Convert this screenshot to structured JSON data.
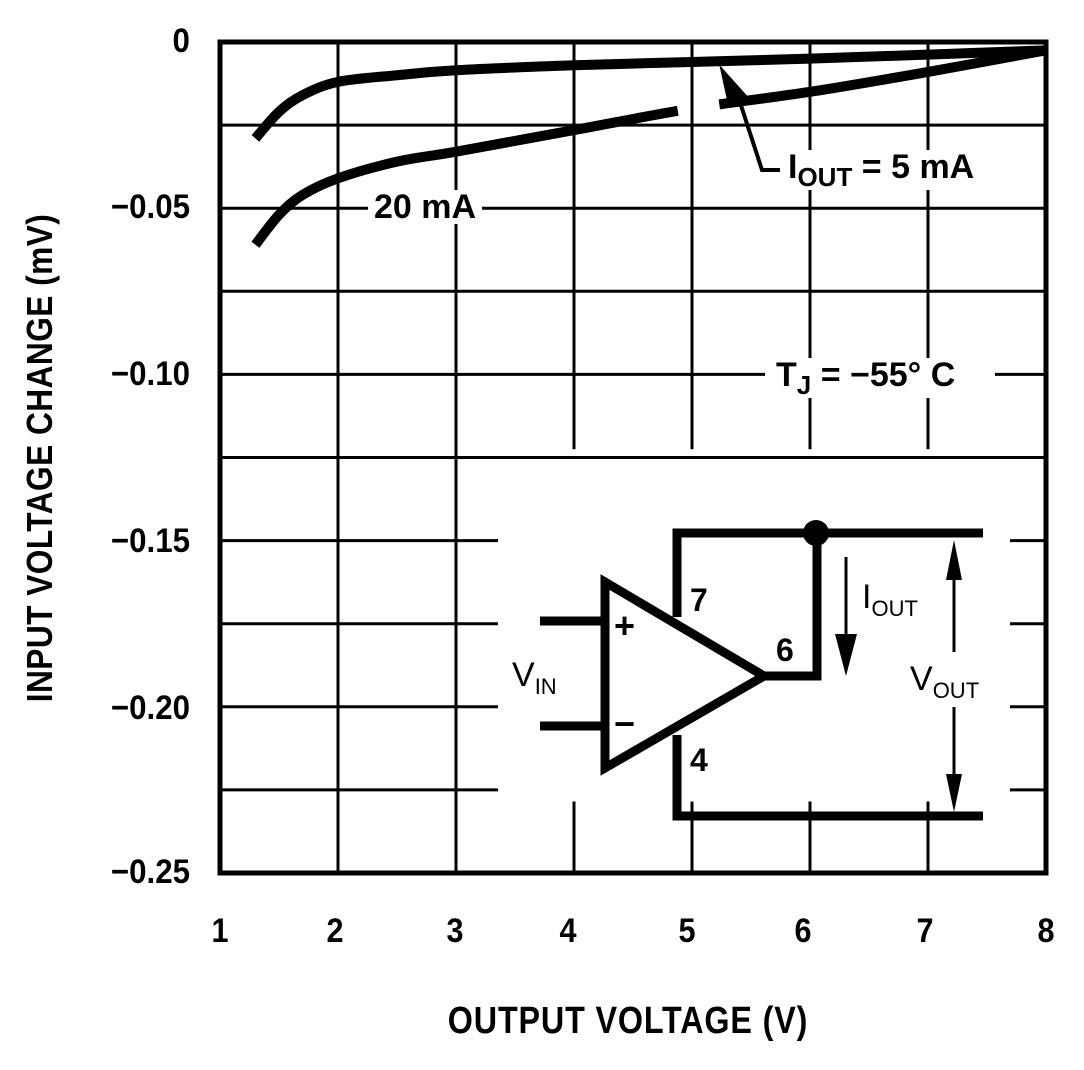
{
  "chart_data": {
    "type": "line",
    "title": "",
    "xlabel": "OUTPUT VOLTAGE (V)",
    "ylabel": "INPUT VOLTAGE CHANGE (mV)",
    "xlim": [
      1,
      8
    ],
    "ylim": [
      -0.25,
      0
    ],
    "x_ticks": [
      "1",
      "2",
      "3",
      "4",
      "5",
      "6",
      "7",
      "8"
    ],
    "y_ticks": [
      "0",
      "−0.05",
      "−0.10",
      "−0.15",
      "−0.20",
      "−0.25"
    ],
    "grid": true,
    "series": [
      {
        "name": "IOUT = 5 mA",
        "x": [
          1.3,
          1.5,
          1.7,
          2.0,
          2.5,
          3.0,
          4.0,
          5.0,
          6.0,
          7.0,
          8.0
        ],
        "values": [
          -0.029,
          -0.021,
          -0.016,
          -0.012,
          -0.01,
          -0.0085,
          -0.007,
          -0.006,
          -0.005,
          -0.0038,
          -0.0025
        ]
      },
      {
        "name": "20 mA",
        "x": [
          1.3,
          1.5,
          1.7,
          2.0,
          2.5,
          3.0,
          4.0,
          5.0,
          6.0,
          7.0,
          8.0
        ],
        "values": [
          -0.061,
          -0.052,
          -0.046,
          -0.041,
          -0.036,
          -0.033,
          -0.0265,
          -0.02,
          -0.015,
          -0.009,
          -0.0025
        ]
      }
    ],
    "annotations": [
      {
        "text": "20 mA",
        "series": "20 mA"
      },
      {
        "text": "IOUT = 5 mA",
        "series": "IOUT = 5 mA"
      },
      {
        "text": "TJ = −55° C"
      }
    ],
    "legend_position": "none"
  },
  "labels": {
    "curve_20ma": "20 mA",
    "iout_main": "I",
    "iout_sub": "OUT",
    "iout_value": " = 5 mA",
    "tj_main": "T",
    "tj_sub": "J",
    "tj_value": " = −55° C"
  },
  "circuit": {
    "vin_main": "V",
    "vin_sub": "IN",
    "vout_main": "V",
    "vout_sub": "OUT",
    "iout_main": "I",
    "iout_sub": "OUT",
    "pin_7": "7",
    "pin_6": "6",
    "pin_4": "4",
    "plus": "+",
    "minus": "−"
  }
}
